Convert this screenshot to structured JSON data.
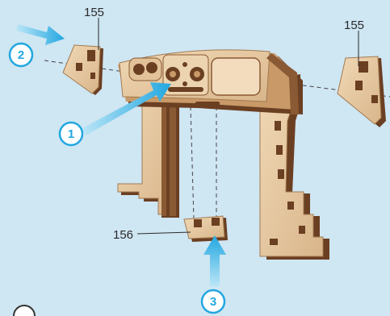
{
  "parts": {
    "left_side_label": "155",
    "right_side_label": "155",
    "bottom_label": "156"
  },
  "steps": [
    {
      "number": "1"
    },
    {
      "number": "2"
    },
    {
      "number": "3"
    },
    {
      "number": ""
    }
  ],
  "colors": {
    "background": "#cfe6f3",
    "wood_light": "#e7cca4",
    "wood_mid": "#c99a68",
    "wood_dark": "#6b3f22",
    "arrow_blue": "#22a7e0"
  }
}
